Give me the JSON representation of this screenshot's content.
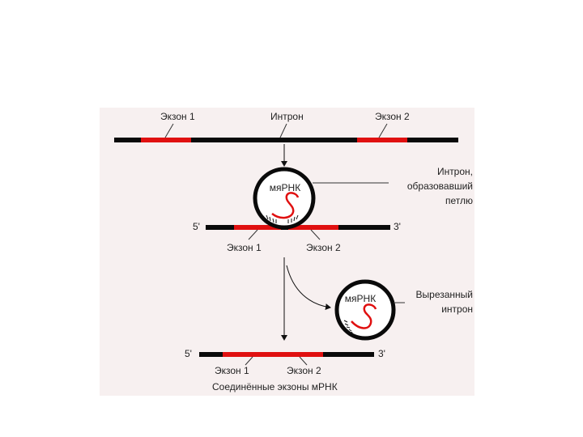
{
  "colors": {
    "panel_background": "#f7f0f0",
    "strand": "#0a0a0a",
    "exon": "#e01010",
    "snrna": "#e01010",
    "leader": "#333333"
  },
  "top": {
    "exon1_label": "Экзон 1",
    "intron_label": "Интрон",
    "exon2_label": "Экзон 2"
  },
  "middle": {
    "snrna_label": "мяРНК",
    "five_prime": "5'",
    "three_prime": "3'",
    "exon1_label": "Экзон 1",
    "exon2_label": "Экзон 2",
    "loop_note": [
      "Интрон,",
      "образовавший",
      "петлю"
    ]
  },
  "excised": {
    "snrna_label": "мяРНК",
    "note": [
      "Вырезанный",
      "интрон"
    ]
  },
  "bottom": {
    "five_prime": "5'",
    "three_prime": "3'",
    "exon1_label": "Экзон 1",
    "exon2_label": "Экзон 2",
    "caption": "Соединённые экзоны мРНК"
  }
}
